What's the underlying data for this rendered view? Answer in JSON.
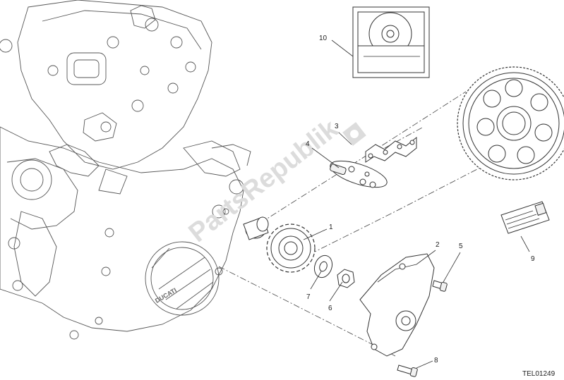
{
  "diagram": {
    "callouts": [
      {
        "id": "1",
        "label": "1"
      },
      {
        "id": "2",
        "label": "2"
      },
      {
        "id": "3",
        "label": "3"
      },
      {
        "id": "4",
        "label": "4"
      },
      {
        "id": "5",
        "label": "5"
      },
      {
        "id": "6",
        "label": "6"
      },
      {
        "id": "7",
        "label": "7"
      },
      {
        "id": "8",
        "label": "8"
      },
      {
        "id": "9",
        "label": "9"
      },
      {
        "id": "10",
        "label": "10"
      }
    ],
    "drawing_code": "TEL01249",
    "watermark": "PartsRepublik",
    "engine_cover_text": "DUCATI"
  }
}
